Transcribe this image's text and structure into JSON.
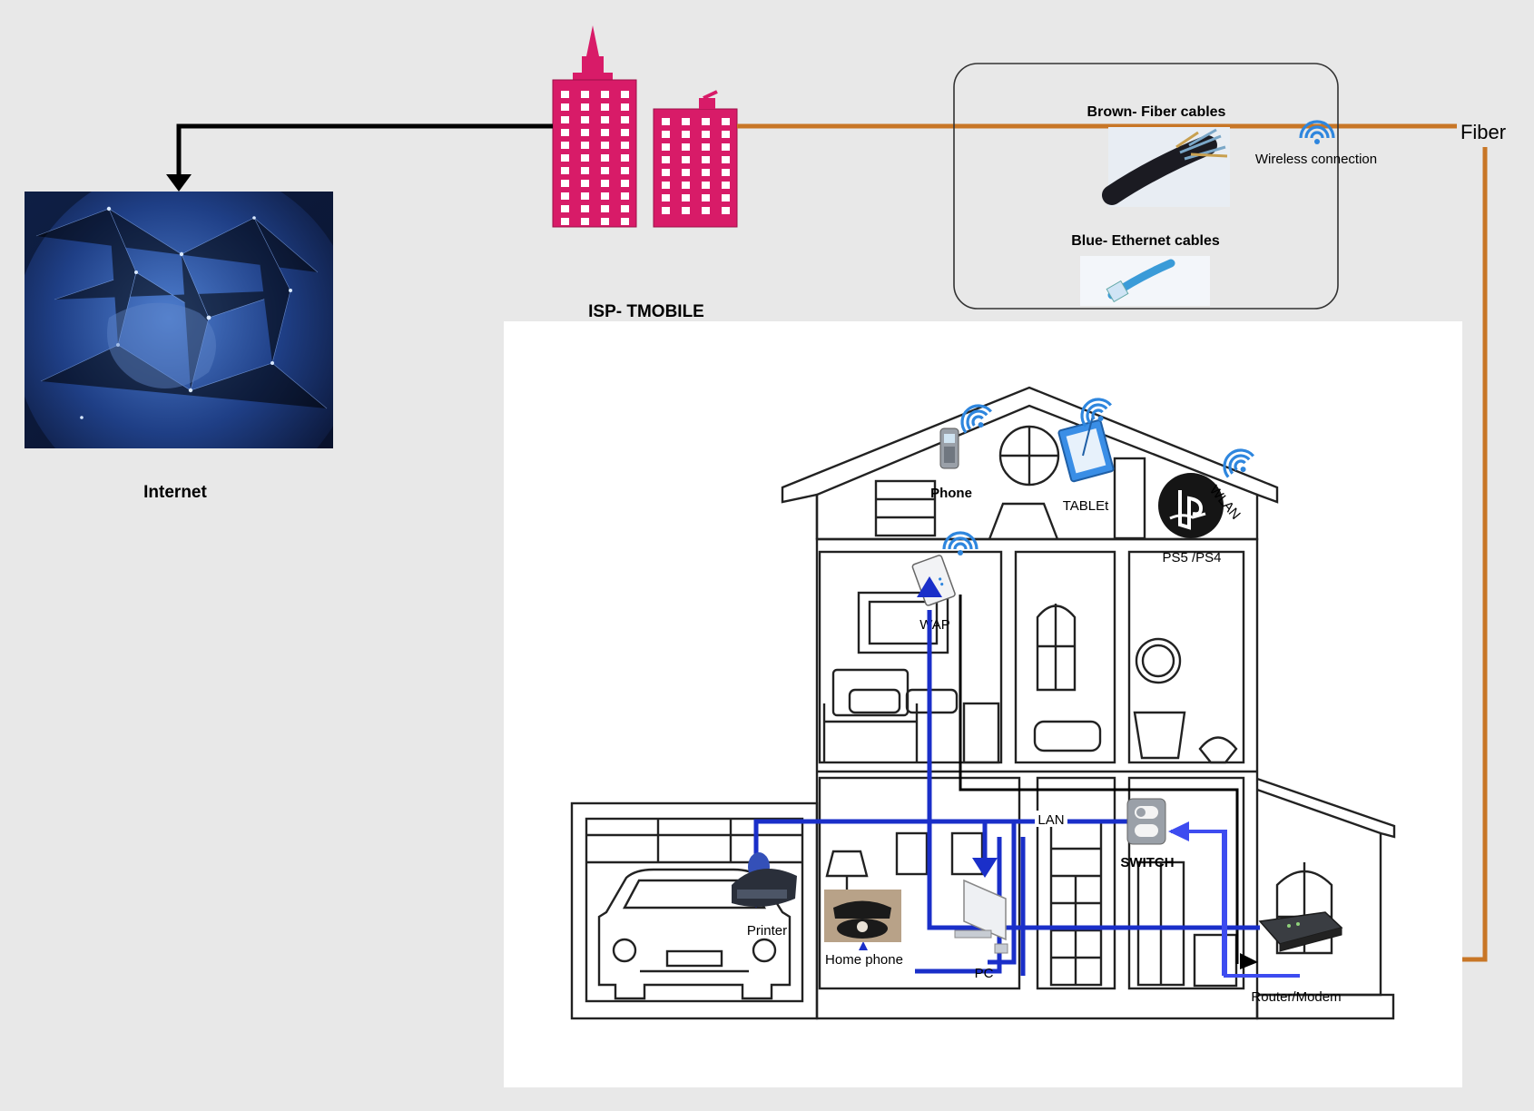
{
  "labels": {
    "internet": "Internet",
    "isp": "ISP- TMOBILE",
    "fiber": "Fiber"
  },
  "legend": {
    "fiber_label": "Brown- Fiber cables",
    "ethernet_label": "Blue- Ethernet cables",
    "wireless_label": "Wireless connection"
  },
  "devices": {
    "phone": "Phone",
    "tablet": "TABLEt",
    "wlan": "WLAN",
    "ps": "PS5 /PS4",
    "wap": "WAP",
    "lan": "LAN",
    "switch": "SWITCH",
    "printer": "Printer",
    "home_phone": "Home phone",
    "pc": "PC",
    "router": "Router/Modem"
  },
  "colors": {
    "fiber": "#c87626",
    "ethernet": "#1a2fc9",
    "ethernet_light": "#3d4cf0",
    "black_link": "#000000",
    "building": "#d81b68",
    "wifi": "#2e86de",
    "house_panel": "#ffffff",
    "legend_border": "#333333"
  }
}
